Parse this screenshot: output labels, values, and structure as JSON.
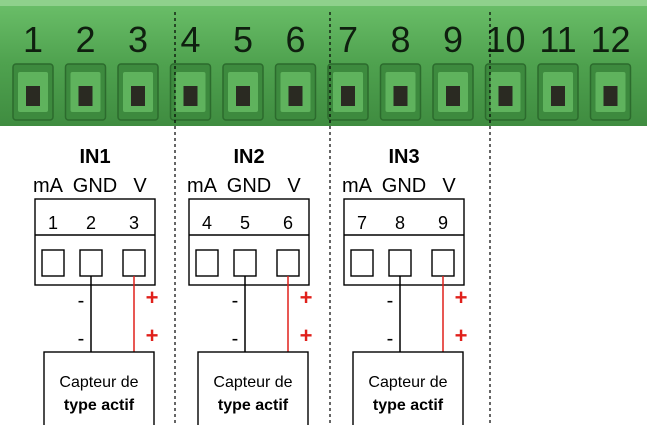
{
  "terminal_block": {
    "color": "#4fa24f",
    "numbers": [
      "1",
      "2",
      "3",
      "4",
      "5",
      "6",
      "7",
      "8",
      "9",
      "10",
      "11",
      "12"
    ]
  },
  "inputs": [
    {
      "title": "IN1",
      "pin_labels": [
        "mA",
        "GND",
        "V"
      ],
      "pin_numbers": [
        "1",
        "2",
        "3"
      ],
      "minus_marks": [
        "-",
        "-"
      ],
      "plus_marks": [
        "+",
        "+"
      ],
      "sensor_line1": "Capteur de",
      "sensor_line2": "type actif"
    },
    {
      "title": "IN2",
      "pin_labels": [
        "mA",
        "GND",
        "V"
      ],
      "pin_numbers": [
        "4",
        "5",
        "6"
      ],
      "minus_marks": [
        "-",
        "-"
      ],
      "plus_marks": [
        "+",
        "+"
      ],
      "sensor_line1": "Capteur de",
      "sensor_line2": "type actif"
    },
    {
      "title": "IN3",
      "pin_labels": [
        "mA",
        "GND",
        "V"
      ],
      "pin_numbers": [
        "7",
        "8",
        "9"
      ],
      "minus_marks": [
        "-",
        "-"
      ],
      "plus_marks": [
        "+",
        "+"
      ],
      "sensor_line1": "Capteur de",
      "sensor_line2": "type actif"
    }
  ],
  "colors": {
    "positive_wire": "#e0201b",
    "negative_wire": "#000000"
  }
}
